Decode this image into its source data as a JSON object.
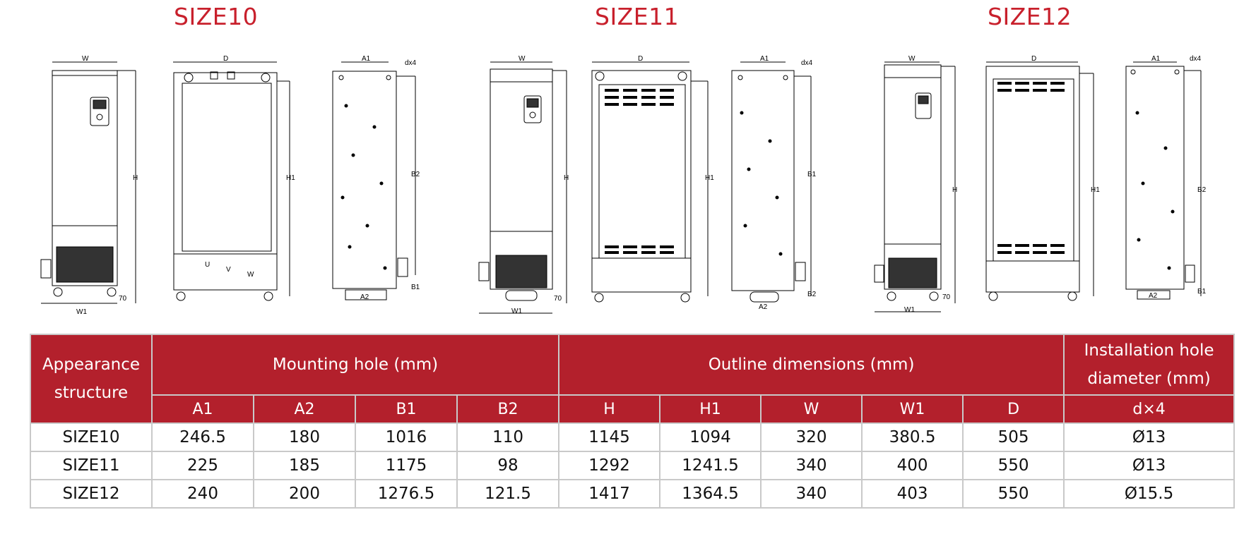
{
  "titles": {
    "size10": "SIZE10",
    "size11": "SIZE11",
    "size12": "SIZE12"
  },
  "drawing_labels": {
    "w": "W",
    "d": "D",
    "a1": "A1",
    "a2": "A2",
    "dx4": "dx4",
    "h": "H",
    "h1": "H1",
    "b1": "B1",
    "b2": "B2",
    "w1": "W1",
    "dim70": "70",
    "u": "U",
    "v": "V",
    "w_terminal": "W"
  },
  "table": {
    "header": {
      "appearance": "Appearance structure",
      "mounting_hole": "Mounting hole (mm)",
      "outline": "Outline dimensions (mm)",
      "installation_line1": "Installation hole",
      "installation_line2": "diameter  (mm)"
    },
    "subheaders": [
      "A1",
      "A2",
      "B1",
      "B2",
      "H",
      "H1",
      "W",
      "W1",
      "D",
      "d×4"
    ],
    "rows": [
      [
        "SIZE10",
        "246.5",
        "180",
        "1016",
        "110",
        "1145",
        "1094",
        "320",
        "380.5",
        "505",
        "Ø13"
      ],
      [
        "SIZE11",
        "225",
        "185",
        "1175",
        "98",
        "1292",
        "1241.5",
        "340",
        "400",
        "550",
        "Ø13"
      ],
      [
        "SIZE12",
        "240",
        "200",
        "1276.5",
        "121.5",
        "1417",
        "1364.5",
        "340",
        "403",
        "550",
        "Ø15.5"
      ]
    ]
  },
  "colors": {
    "accent_red": "#b3202c",
    "title_red": "#c8202c",
    "grid_gray": "#c9c9c9"
  }
}
